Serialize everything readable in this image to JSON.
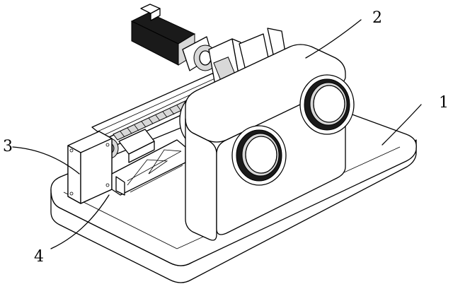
{
  "labels": {
    "part_1": "1",
    "part_2": "2",
    "part_3": "3",
    "part_4": "4"
  },
  "colors": {
    "line": "#000000",
    "background": "#ffffff",
    "dark_fill": "#1a1a1a"
  }
}
